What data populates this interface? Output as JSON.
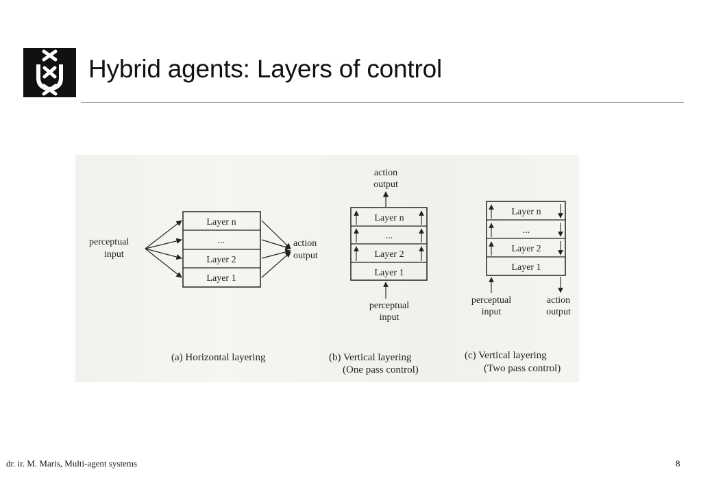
{
  "slide": {
    "title": "Hybrid agents: Layers of control",
    "footer": "dr. ir. M. Maris, Multi-agent systems",
    "page_number": "8"
  },
  "logo": {
    "name": "uva-logo-icon",
    "color": "#111111"
  },
  "diagram": {
    "horizontal": {
      "layers": [
        "Layer n",
        "...",
        "Layer 2",
        "Layer 1"
      ],
      "input_label": [
        "perceptual",
        "input"
      ],
      "output_label": [
        "action",
        "output"
      ],
      "caption": "(a) Horizontal layering"
    },
    "vertical_one_pass": {
      "top_label": [
        "action",
        "output"
      ],
      "layers": [
        "Layer n",
        "...",
        "Layer 2",
        "Layer 1"
      ],
      "bottom_label": [
        "perceptual",
        "input"
      ],
      "caption": [
        "(b) Vertical layering",
        "(One pass control)"
      ]
    },
    "vertical_two_pass": {
      "layers": [
        "Layer n",
        "...",
        "Layer 2",
        "Layer 1"
      ],
      "input_label": [
        "perceptual",
        "input"
      ],
      "output_label": [
        "action",
        "output"
      ],
      "caption": [
        "(c) Vertical layering",
        "(Two pass control)"
      ]
    }
  }
}
